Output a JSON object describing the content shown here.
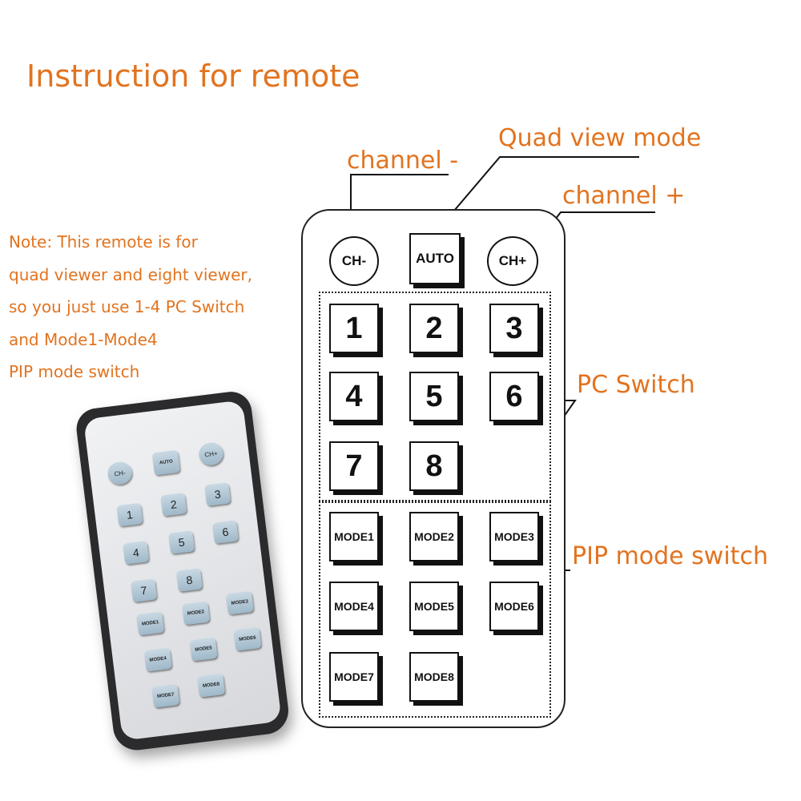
{
  "title": "Instruction for remote",
  "note_lines": [
    "Note: This remote is for",
    "quad viewer and eight viewer,",
    "so you just use 1-4 PC Switch",
    "and Mode1-Mode4",
    "PIP mode switch"
  ],
  "callouts": {
    "quad_view": "Quad view mode",
    "channel_minus": "channel -",
    "channel_plus": "channel +",
    "pc_switch": "PC Switch",
    "pip_switch": "PIP mode switch"
  },
  "remote": {
    "top": {
      "ch_minus": "CH-",
      "auto": "AUTO",
      "ch_plus": "CH+"
    },
    "numbers": [
      "1",
      "2",
      "3",
      "4",
      "5",
      "6",
      "7",
      "8"
    ],
    "modes": [
      "MODE1",
      "MODE2",
      "MODE3",
      "MODE4",
      "MODE5",
      "MODE6",
      "MODE7",
      "MODE8"
    ]
  },
  "photo_remote": {
    "top": {
      "ch_minus": "CH-",
      "auto": "AUTO",
      "ch_plus": "CH+"
    },
    "numbers": [
      "1",
      "2",
      "3",
      "4",
      "5",
      "6",
      "7",
      "8"
    ],
    "modes": [
      "MODE1",
      "MODE2",
      "MODE3",
      "MODE4",
      "MODE5",
      "MODE6",
      "MODE7",
      "MODE8"
    ]
  },
  "colors": {
    "accent": "#e2731f",
    "line": "#111111"
  }
}
